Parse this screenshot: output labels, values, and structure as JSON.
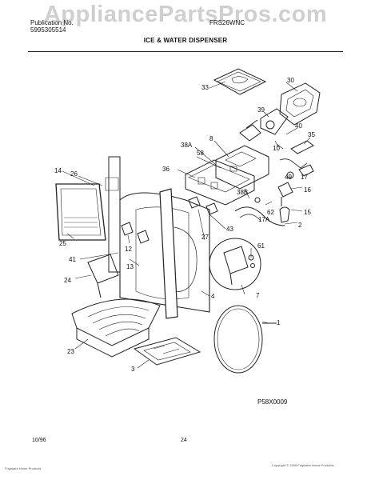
{
  "watermark": "AppliancePartsPros.com",
  "header": {
    "left_line1": "Publication No.",
    "left_line2": "5995305514",
    "model_prefix": "FRS26WNC",
    "title": "ICE & WATER DISPENSER"
  },
  "callouts": [
    "33",
    "30",
    "39",
    "40",
    "35",
    "10",
    "38A",
    "58",
    "8",
    "36",
    "14",
    "26",
    "38B",
    "49",
    "17",
    "16",
    "62",
    "17A",
    "15",
    "43",
    "2",
    "12",
    "27",
    "61",
    "41",
    "13",
    "24",
    "7",
    "25",
    "4",
    "1",
    "23",
    "3"
  ],
  "diagram_code": "P58X0009",
  "footer": {
    "date": "10/96",
    "page": "24",
    "left_small": "Frigidaire Home Products",
    "right_small": "Copyright © 1996 Frigidaire Home Products"
  }
}
